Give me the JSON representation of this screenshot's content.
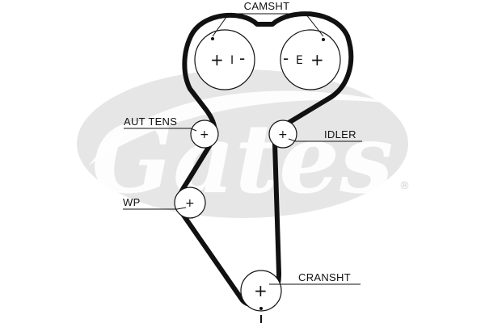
{
  "labels": {
    "camshaft": "CAMSHT",
    "aut_tens": "AUT TENS",
    "idler": "IDLER",
    "wp": "WP",
    "crankshaft": "CRANSHT"
  },
  "cams": {
    "intake_mark": "I",
    "exhaust_mark": "E",
    "plus": "+",
    "minus": "-"
  },
  "watermark": {
    "brand": "Gates",
    "registered": "®"
  },
  "colors": {
    "belt": "#111111",
    "watermark": "#e3e3e3",
    "text": "#111111"
  }
}
